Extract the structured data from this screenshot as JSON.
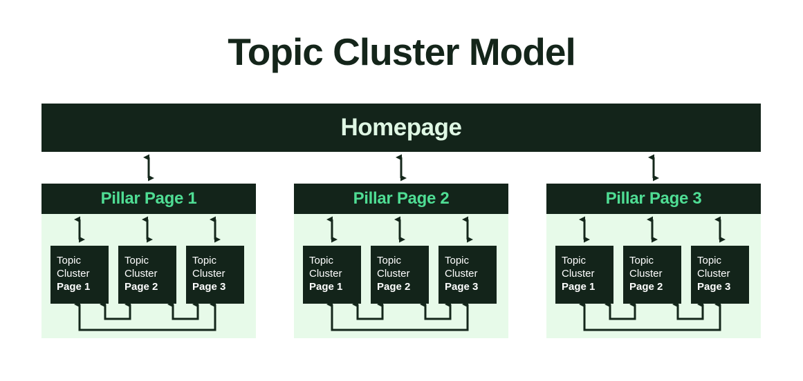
{
  "title": "Topic Cluster Model",
  "homepage": {
    "label": "Homepage"
  },
  "clusters": [
    {
      "pillar_label": "Pillar Page 1",
      "topics": [
        {
          "line1": "Topic",
          "line2": "Cluster",
          "page": "Page 1"
        },
        {
          "line1": "Topic",
          "line2": "Cluster",
          "page": "Page 2"
        },
        {
          "line1": "Topic",
          "line2": "Cluster",
          "page": "Page 3"
        }
      ]
    },
    {
      "pillar_label": "Pillar Page 2",
      "topics": [
        {
          "line1": "Topic",
          "line2": "Cluster",
          "page": "Page 1"
        },
        {
          "line1": "Topic",
          "line2": "Cluster",
          "page": "Page 2"
        },
        {
          "line1": "Topic",
          "line2": "Cluster",
          "page": "Page 3"
        }
      ]
    },
    {
      "pillar_label": "Pillar Page 3",
      "topics": [
        {
          "line1": "Topic",
          "line2": "Cluster",
          "page": "Page 1"
        },
        {
          "line1": "Topic",
          "line2": "Cluster",
          "page": "Page 2"
        },
        {
          "line1": "Topic",
          "line2": "Cluster",
          "page": "Page 3"
        }
      ]
    }
  ],
  "colors": {
    "background": "#ffffff",
    "dark": "#13241a",
    "title_text": "#14251a",
    "panel_green": "#e7fae9",
    "homepage_text": "#dff7e4",
    "pillar_text": "#4fdd94",
    "topic_text": "#ffffff",
    "connector": "#14271b"
  }
}
